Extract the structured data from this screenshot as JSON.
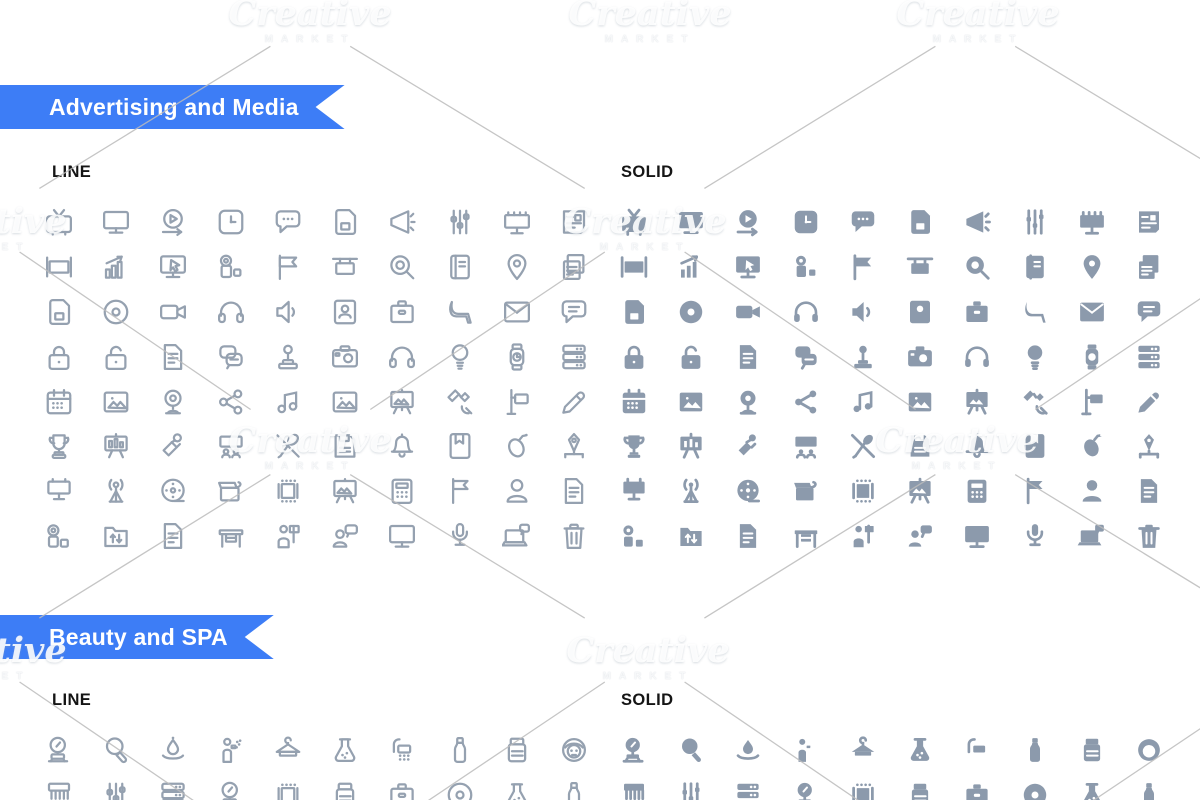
{
  "colors": {
    "banner_blue": "#3D7DF6",
    "line_icon_gray": "#95A1B0",
    "solid_icon_gray": "#8C9AAC",
    "label_black": "#151515",
    "watermark_line_gray": "#BCBCBC"
  },
  "watermark": {
    "script_text": "Creative",
    "caps_text": "MARKET"
  },
  "sections": [
    {
      "title": "Advertising and Media",
      "line_label": "LINE",
      "solid_label": "SOLID",
      "icons": [
        [
          "tv",
          "monitor",
          "video-play",
          "wall-clock",
          "chat-dots",
          "sd-card",
          "megaphone",
          "equalizer",
          "billboard",
          "newspaper"
        ],
        [
          "street-banner",
          "growth-chart",
          "monitor-cursor",
          "camcorder",
          "pennant-flag",
          "hanging-sign",
          "zoom-search",
          "notebook",
          "map-pin",
          "copy-document"
        ],
        [
          "memory-card",
          "cd-disc",
          "video-camera",
          "headphones",
          "loudspeaker",
          "contact-card",
          "archive-drawer",
          "cinema-chair",
          "envelope",
          "chat-lines"
        ],
        [
          "lock",
          "unlock",
          "document",
          "chat-bubbles",
          "joystick",
          "photo-camera",
          "headset",
          "idea-bulb",
          "wristwatch",
          "server-rack"
        ],
        [
          "calendar",
          "picture",
          "webcam",
          "share-network",
          "music-notes",
          "image",
          "presentation-image",
          "satellite",
          "signpost",
          "pencil"
        ],
        [
          "trophy",
          "presentation-chart",
          "stamp",
          "podium-audience",
          "microphone-off",
          "save-file",
          "notification-bell",
          "bookmark-book",
          "computer-mouse",
          "pen-tool"
        ],
        [
          "advert-board",
          "radio-antenna",
          "film-reel",
          "open-box",
          "film-frame",
          "photo-easel",
          "calculator",
          "location-flag",
          "user-profile",
          "text-document"
        ],
        [
          "video-recorder",
          "file-transfer",
          "edit-document",
          "reception-desk",
          "protest-user",
          "user-comment",
          "display-screen",
          "studio-mic",
          "laptop-message",
          "trash-bin"
        ]
      ]
    },
    {
      "title": "Beauty and SPA",
      "line_label": "LINE",
      "solid_label": "SOLID",
      "icons": [
        [
          "vanity-mirror",
          "hand-mirror",
          "spa-drop",
          "spray-person",
          "hanger",
          "spa-flask",
          "shower",
          "cosmetic-bottle",
          "cream-jar",
          "face-mask"
        ],
        [
          "comb",
          "hairbrush",
          "towel-stack",
          "salon-mirror",
          "hair-straightener",
          "soap",
          "towel-roll",
          "powder-compact",
          "perfume-spray",
          "nail-polish"
        ]
      ]
    }
  ]
}
